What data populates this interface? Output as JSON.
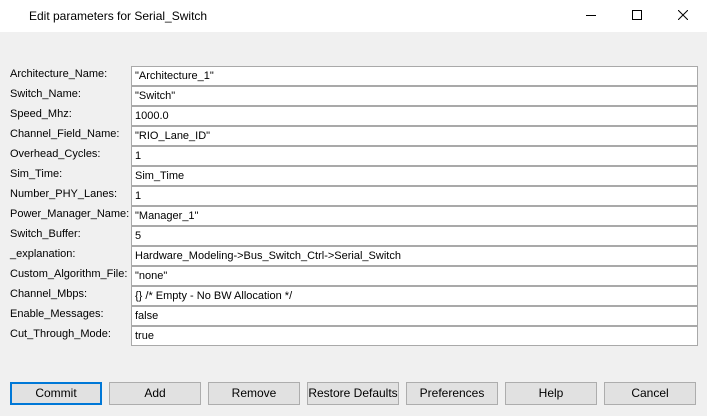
{
  "window": {
    "title": "Edit parameters for Serial_Switch"
  },
  "parameters": [
    {
      "label": "Architecture_Name:",
      "value": "\"Architecture_1\""
    },
    {
      "label": "Switch_Name:",
      "value": "\"Switch\""
    },
    {
      "label": "Speed_Mhz:",
      "value": "1000.0"
    },
    {
      "label": "Channel_Field_Name:",
      "value": "\"RIO_Lane_ID\""
    },
    {
      "label": "Overhead_Cycles:",
      "value": "1"
    },
    {
      "label": "Sim_Time:",
      "value": "Sim_Time"
    },
    {
      "label": "Number_PHY_Lanes:",
      "value": "1"
    },
    {
      "label": "Power_Manager_Name:",
      "value": "\"Manager_1\""
    },
    {
      "label": "Switch_Buffer:",
      "value": "5"
    },
    {
      "label": "_explanation:",
      "value": "Hardware_Modeling->Bus_Switch_Ctrl->Serial_Switch"
    },
    {
      "label": "Custom_Algorithm_File:",
      "value": "\"none\""
    },
    {
      "label": "Channel_Mbps:",
      "value": "{} /* Empty - No BW Allocation */"
    },
    {
      "label": "Enable_Messages:",
      "value": "false"
    },
    {
      "label": "Cut_Through_Mode:",
      "value": "true"
    }
  ],
  "buttons": {
    "commit": "Commit",
    "add": "Add",
    "remove": "Remove",
    "restore_defaults": "Restore Defaults",
    "preferences": "Preferences",
    "help": "Help",
    "cancel": "Cancel"
  },
  "icons": {
    "minimize": "minimize-icon",
    "maximize": "maximize-icon",
    "close": "close-icon"
  }
}
